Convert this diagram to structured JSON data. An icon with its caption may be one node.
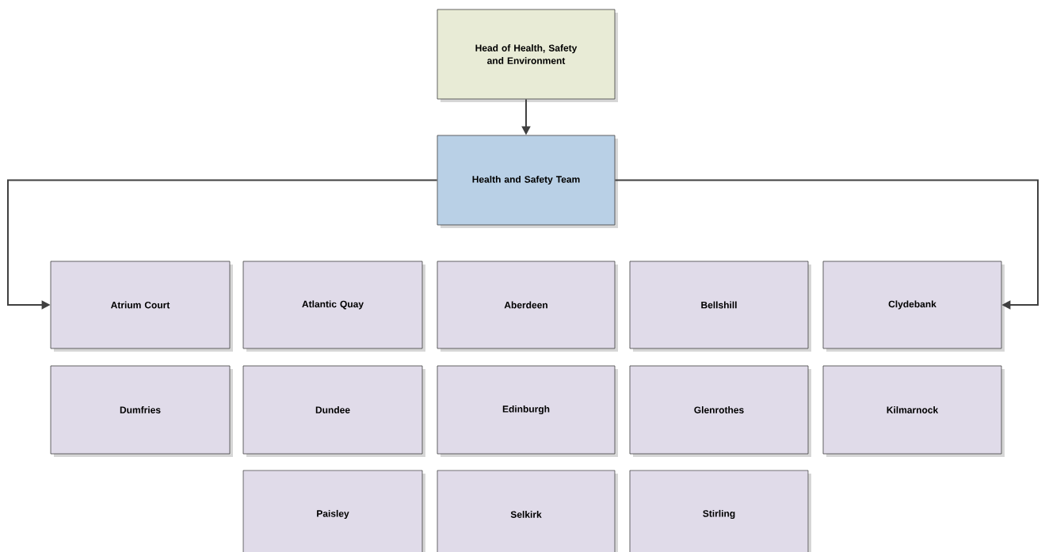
{
  "diagram": {
    "nodes": [
      {
        "text": [
          "Head of Health, Safety and Environment"
        ]
      },
      {
        "text": [
          "Health and Safety Team"
        ]
      },
      {
        "text": [
          "Atrium Court"
        ]
      },
      {
        "text": [
          "Atlantic Quay"
        ]
      },
      {
        "text": [
          "Aberdeen"
        ]
      },
      {
        "text": [
          "Bellshill"
        ]
      },
      {
        "text": [
          "Clydebank"
        ]
      },
      {
        "text": [
          "Dumfries"
        ]
      },
      {
        "text": [
          "Dundee"
        ]
      },
      {
        "text": [
          "Edinburgh"
        ]
      },
      {
        "text": [
          "Glenrothes"
        ]
      },
      {
        "text": [
          "Kilmarnock"
        ]
      },
      {
        "text": [
          "Paisley"
        ]
      },
      {
        "text": [
          "Selkirk"
        ]
      },
      {
        "text": [
          "Stirling"
        ]
      }
    ],
    "edges": [
      {
        "from": 0,
        "to": 1,
        "arrow": "to"
      },
      {
        "from": 1,
        "to": 2,
        "arrow": "to"
      },
      {
        "from": 1,
        "to": 6,
        "arrow": "to"
      }
    ]
  }
}
